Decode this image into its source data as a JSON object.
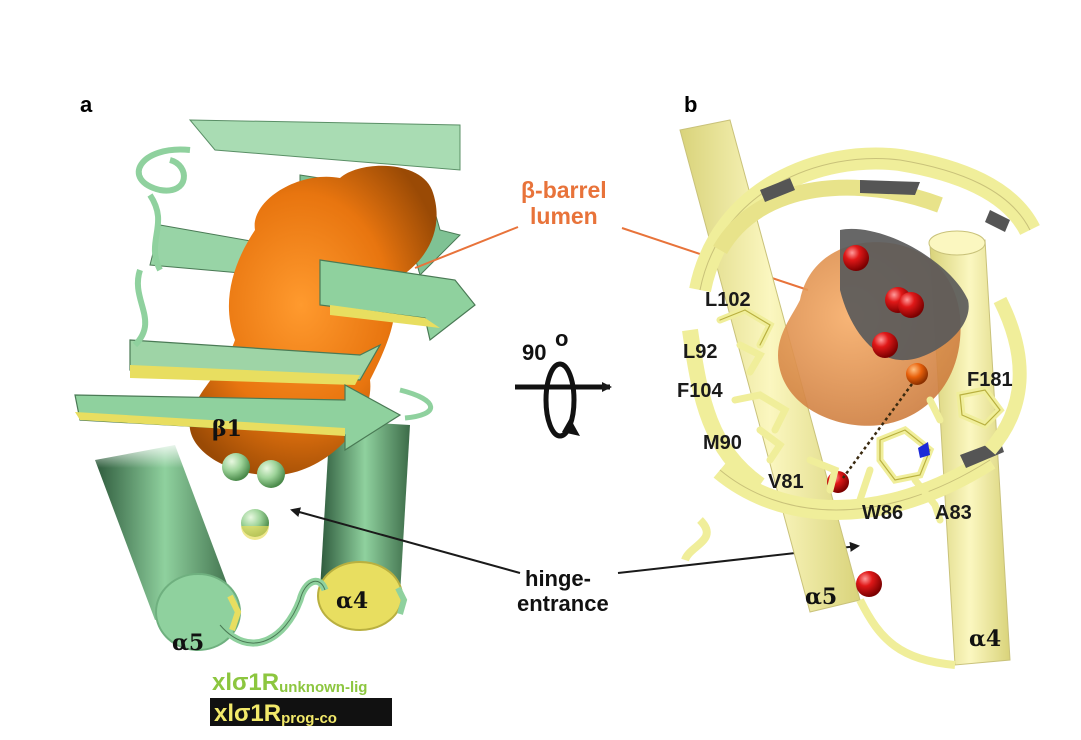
{
  "panels": {
    "a": "a",
    "b": "b"
  },
  "labels": {
    "beta_barrel_line1": "β-barrel",
    "beta_barrel_line2": "lumen",
    "beta1": "β1",
    "alpha5_a": "α5",
    "alpha4_a": "α4",
    "hinge_line1": "hinge-",
    "hinge_line2": "entrance",
    "rotation": "90",
    "rotation_unit": "o",
    "alpha5_b": "α5",
    "alpha4_b": "α4"
  },
  "residues": [
    "L102",
    "L92",
    "F104",
    "M90",
    "V81",
    "W86",
    "A83",
    "F181"
  ],
  "legend": {
    "green": {
      "main": "xlσ1R",
      "sub": "unknown-lig",
      "color": "#8cc63f"
    },
    "yellow": {
      "main": "xlσ1R",
      "sub": "prog-co",
      "color": "#f2e96a",
      "bg": "#111111"
    }
  },
  "colors": {
    "green_structure": "#8fd19e",
    "yellow_structure": "#f0ee9a",
    "orange_lumen": "#e8750f",
    "label_orange": "#e8733a"
  }
}
